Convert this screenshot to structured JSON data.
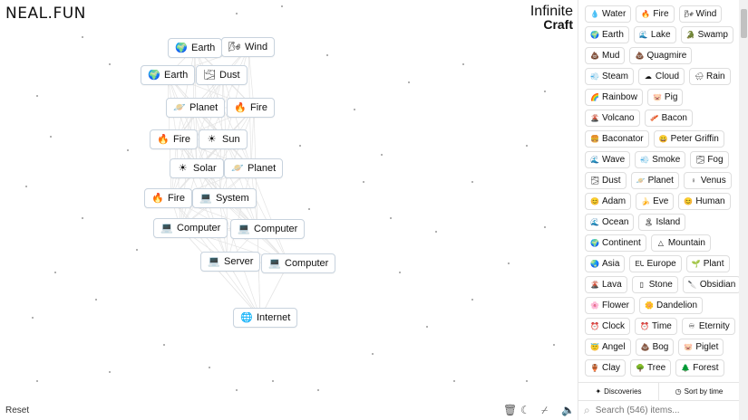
{
  "header": {
    "logo": "NEAL.FUN",
    "brand_line1": "Infinite",
    "brand_line2": "Craft"
  },
  "canvas_items": [
    {
      "label": "Earth",
      "icon": "🌍"
    },
    {
      "label": "Wind",
      "icon": "🌬"
    },
    {
      "label": "Earth",
      "icon": "🌍"
    },
    {
      "label": "Dust",
      "icon": "🌫"
    },
    {
      "label": "Planet",
      "icon": "🪐"
    },
    {
      "label": "Fire",
      "icon": "🔥"
    },
    {
      "label": "Fire",
      "icon": "🔥"
    },
    {
      "label": "Sun",
      "icon": "☀"
    },
    {
      "label": "Solar",
      "icon": "☀"
    },
    {
      "label": "Planet",
      "icon": "🪐"
    },
    {
      "label": "Fire",
      "icon": "🔥"
    },
    {
      "label": "System",
      "icon": "💻"
    },
    {
      "label": "Computer",
      "icon": "💻"
    },
    {
      "label": "Computer",
      "icon": "💻"
    },
    {
      "label": "Server",
      "icon": "💻"
    },
    {
      "label": "Computer",
      "icon": "💻"
    },
    {
      "label": "Internet",
      "icon": "🌐"
    }
  ],
  "sidebar_items": [
    {
      "label": "Water",
      "icon": "💧"
    },
    {
      "label": "Fire",
      "icon": "🔥"
    },
    {
      "label": "Wind",
      "icon": "🌬"
    },
    {
      "label": "Earth",
      "icon": "🌍"
    },
    {
      "label": "Lake",
      "icon": "🌊"
    },
    {
      "label": "Swamp",
      "icon": "🐊"
    },
    {
      "label": "Mud",
      "icon": "💩"
    },
    {
      "label": "Quagmire",
      "icon": "💩"
    },
    {
      "label": "Steam",
      "icon": "💨"
    },
    {
      "label": "Cloud",
      "icon": "☁"
    },
    {
      "label": "Rain",
      "icon": "🌧"
    },
    {
      "label": "Rainbow",
      "icon": "🌈"
    },
    {
      "label": "Pig",
      "icon": "🐷"
    },
    {
      "label": "Volcano",
      "icon": "🌋"
    },
    {
      "label": "Bacon",
      "icon": "🥓"
    },
    {
      "label": "Baconator",
      "icon": "🍔"
    },
    {
      "label": "Peter Griffin",
      "icon": "😀"
    },
    {
      "label": "Wave",
      "icon": "🌊"
    },
    {
      "label": "Smoke",
      "icon": "💨"
    },
    {
      "label": "Fog",
      "icon": "🌫"
    },
    {
      "label": "Dust",
      "icon": "🌫"
    },
    {
      "label": "Planet",
      "icon": "🪐"
    },
    {
      "label": "Venus",
      "icon": "♀"
    },
    {
      "label": "Adam",
      "icon": "😊"
    },
    {
      "label": "Eve",
      "icon": "🍌"
    },
    {
      "label": "Human",
      "icon": "😊"
    },
    {
      "label": "Ocean",
      "icon": "🌊"
    },
    {
      "label": "Island",
      "icon": "🏝"
    },
    {
      "label": "Continent",
      "icon": "🌍"
    },
    {
      "label": "Mountain",
      "icon": "△"
    },
    {
      "label": "Asia",
      "icon": "🌏"
    },
    {
      "label": "Europe",
      "icon": "EU"
    },
    {
      "label": "Plant",
      "icon": "🌱"
    },
    {
      "label": "Lava",
      "icon": "🌋"
    },
    {
      "label": "Stone",
      "icon": "▯"
    },
    {
      "label": "Obsidian",
      "icon": "🔪"
    },
    {
      "label": "Flower",
      "icon": "🌸"
    },
    {
      "label": "Dandelion",
      "icon": "🌼"
    },
    {
      "label": "Clock",
      "icon": "⏰"
    },
    {
      "label": "Time",
      "icon": "⏰"
    },
    {
      "label": "Eternity",
      "icon": "♾"
    },
    {
      "label": "Angel",
      "icon": "😇"
    },
    {
      "label": "Bog",
      "icon": "💩"
    },
    {
      "label": "Piglet",
      "icon": "🐷"
    },
    {
      "label": "Clay",
      "icon": "🏺"
    },
    {
      "label": "Tree",
      "icon": "🌳"
    },
    {
      "label": "Forest",
      "icon": "🌲"
    }
  ],
  "bottombar": {
    "discoveries": "Discoveries",
    "sort": "Sort by time"
  },
  "search": {
    "placeholder": "Search (546) items..."
  },
  "footer": {
    "reset": "Reset"
  }
}
